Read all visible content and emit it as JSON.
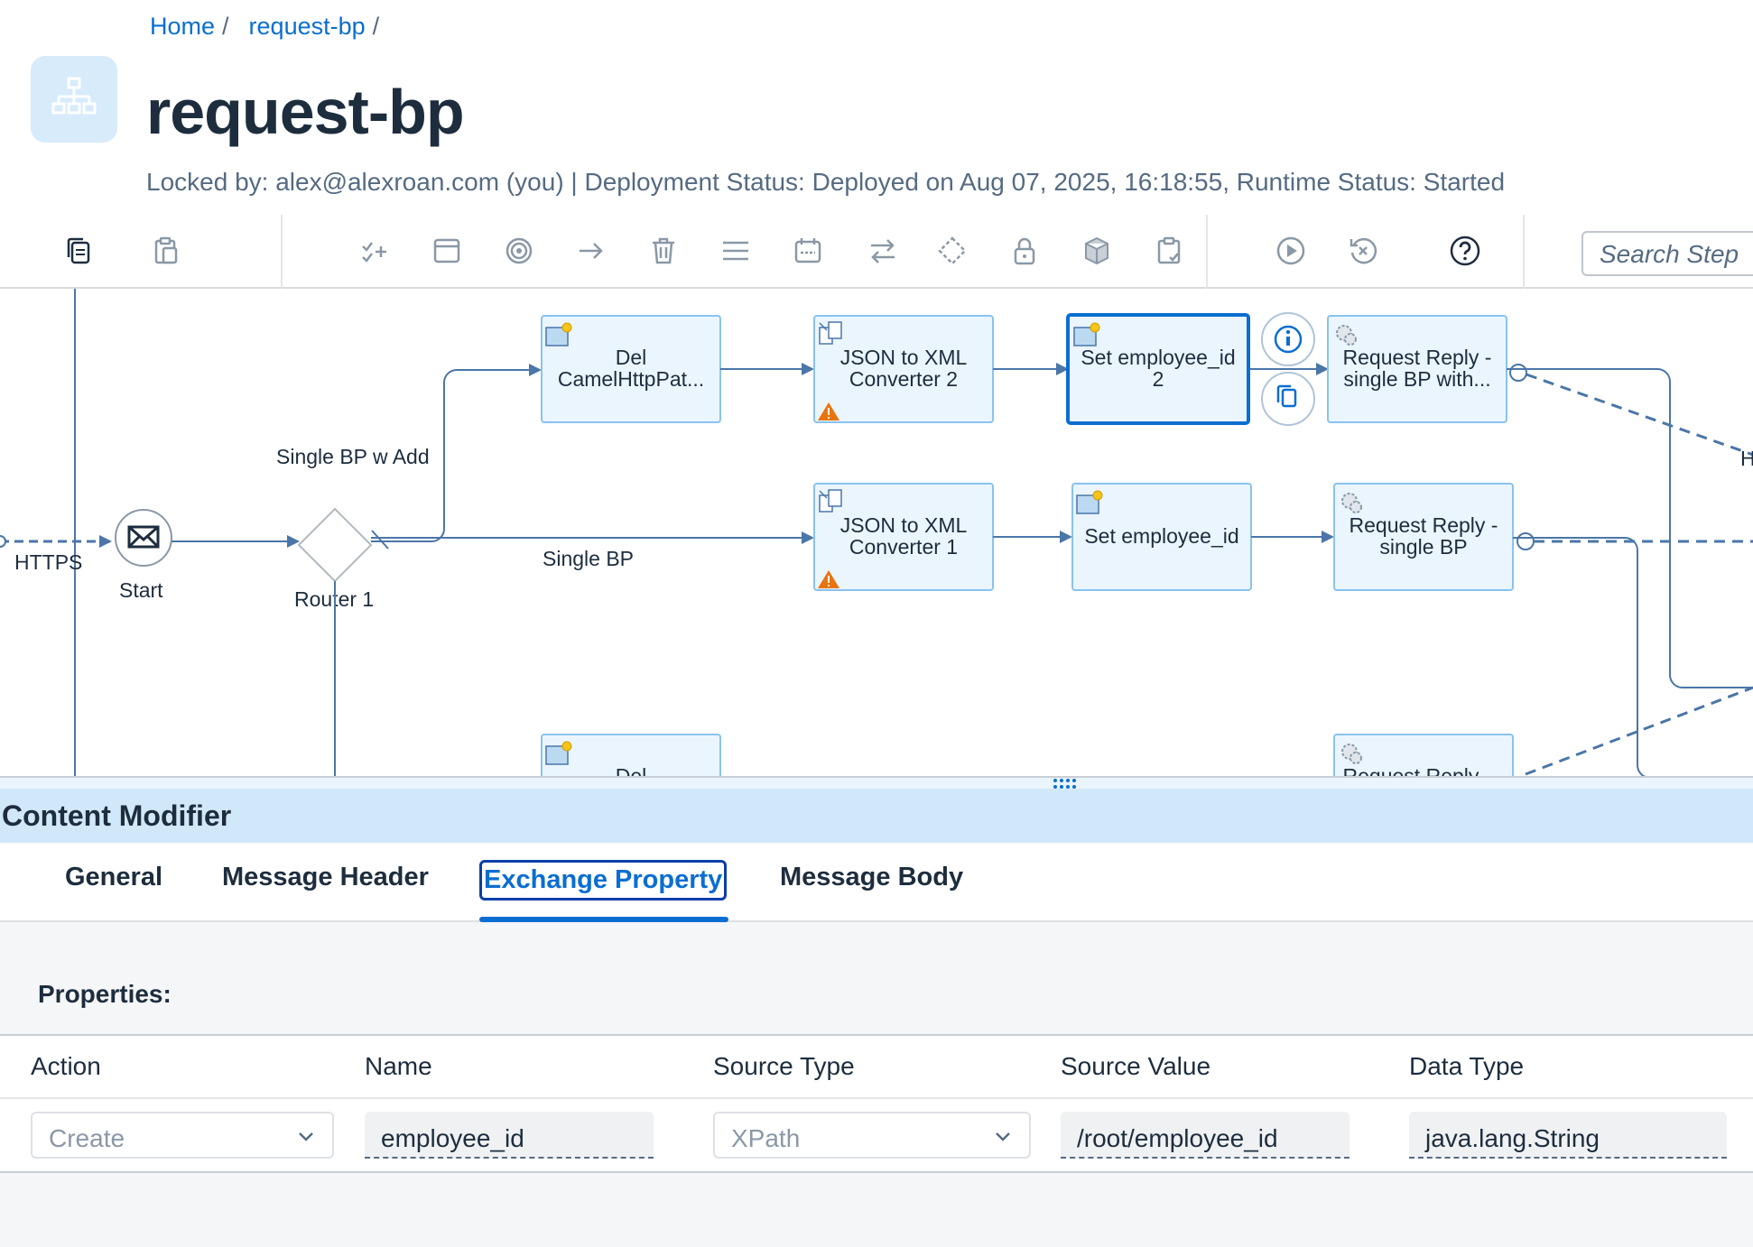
{
  "breadcrumb": {
    "home": "Home",
    "sep1": "/",
    "current": "request-bp",
    "sep2": "/"
  },
  "header": {
    "title": "request-bp",
    "subtitle": "Locked by: alex@alexroan.com (you) | Deployment Status: Deployed on Aug 07, 2025, 16:18:55, Runtime Status: Started"
  },
  "toolbar": {
    "search_placeholder": "Search Step"
  },
  "canvas": {
    "https_label": "HTTPS",
    "start_label": "Start",
    "router_label": "Router 1",
    "route_upper": "Single BP w Add",
    "route_middle": "Single BP",
    "nodes": {
      "del1_l1": "Del",
      "del1_l2": "CamelHttpPat...",
      "json2_l1": "JSON to XML",
      "json2_l2": "Converter 2",
      "setid2_l1": "Set employee_id",
      "setid2_l2": "2",
      "rr1_l1": "Request Reply -",
      "rr1_l2": "single BP with...",
      "json1_l1": "JSON to XML",
      "json1_l2": "Converter 1",
      "setid1_l1": "Set employee_id",
      "rr2_l1": "Request Reply -",
      "rr2_l2": "single BP",
      "del2_l1": "Del",
      "rr3_l1": "Request Reply -",
      "edge_h": "H"
    }
  },
  "panel": {
    "title": "Content Modifier",
    "tabs": [
      "General",
      "Message Header",
      "Exchange Property",
      "Message Body"
    ],
    "active_tab": "Exchange Property",
    "properties_label": "Properties:",
    "columns": [
      "Action",
      "Name",
      "Source Type",
      "Source Value",
      "Data Type"
    ],
    "rows": [
      {
        "action": "Create",
        "name": "employee_id",
        "source_type": "XPath",
        "source_value": "/root/employee_id",
        "data_type": "java.lang.String"
      }
    ]
  },
  "colors": {
    "accent": "#0a6ed1",
    "node_fill": "#ebf5fe",
    "node_border": "#89c3ef",
    "edge": "#4a76a8",
    "warning": "#e9730c",
    "panel_header": "#d1e8fb"
  }
}
